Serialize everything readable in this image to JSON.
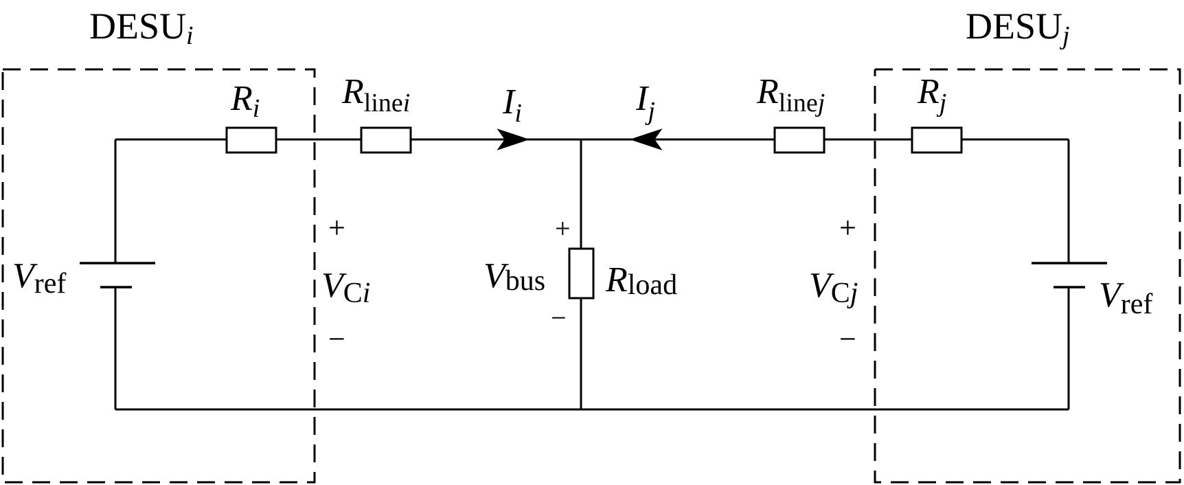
{
  "units": {
    "left": {
      "name": "DESU",
      "sub": "i"
    },
    "right": {
      "name": "DESU",
      "sub": "j"
    }
  },
  "resistors": {
    "r_i": {
      "main": "R",
      "sub": "i"
    },
    "r_line_i": {
      "main": "R",
      "sub_text": "line",
      "sub_it": "i"
    },
    "r_line_j": {
      "main": "R",
      "sub_text": "line",
      "sub_it": "j"
    },
    "r_j": {
      "main": "R",
      "sub": "j"
    },
    "r_load": {
      "main": "R",
      "sub": "load"
    }
  },
  "currents": {
    "i_i": {
      "main": "I",
      "sub": "i"
    },
    "i_j": {
      "main": "I",
      "sub": "j"
    }
  },
  "voltages": {
    "v_ref_left": {
      "main": "V",
      "sub": "ref"
    },
    "v_ref_right": {
      "main": "V",
      "sub": "ref"
    },
    "v_ci": {
      "main": "V",
      "sub_text": "C",
      "sub_it": "i"
    },
    "v_cj": {
      "main": "V",
      "sub_text": "C",
      "sub_it": "j"
    },
    "v_bus": {
      "main": "V",
      "sub": "bus"
    }
  },
  "polarity": {
    "plus": "+",
    "minus": "−"
  }
}
